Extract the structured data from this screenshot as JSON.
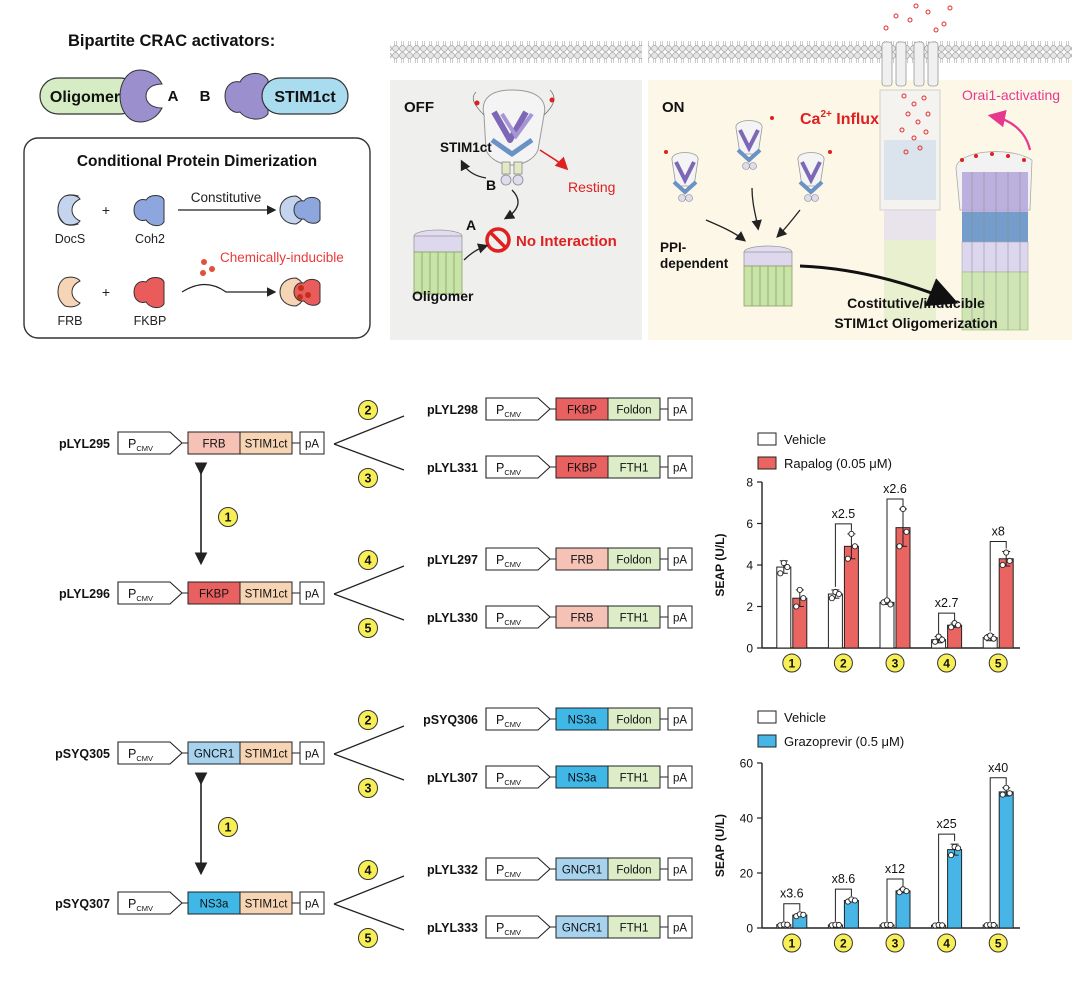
{
  "panel_a": {
    "title": "Bipartite CRAC activators:",
    "oligomer_label": "Oligomer",
    "stim_label": "STIM1ct",
    "part_a": "A",
    "part_b": "B",
    "cpd_title": "Conditional Protein Dimerization",
    "docs": "DocS",
    "coh2": "Coh2",
    "frb": "FRB",
    "fkbp": "FKBP",
    "plus": "+",
    "constitutive": "Constitutive",
    "chem_inducible": "Chemically-inducible",
    "colors": {
      "oligomer": "#d6ecc4",
      "stim": "#a9dcef",
      "domain": "#9c8fce",
      "docs": "#c4d4ef",
      "coh2": "#8ea6de",
      "frb": "#f6d4b6",
      "fkbp": "#ea5b5b",
      "red_text": "#e83a3a"
    }
  },
  "schematic": {
    "off_label": "OFF",
    "on_label": "ON",
    "stim1ct": "STIM1ct",
    "resting": "Resting",
    "no_interaction": "No Interaction",
    "oligomer": "Oligomer",
    "label_a": "A",
    "label_b": "B",
    "ca_influx_pre": "Ca",
    "ca_influx_sup": "2+",
    "ca_influx_post": " Influx",
    "orai": "Orai1-activating",
    "ppi_line1": "PPI-",
    "ppi_line2": "dependent",
    "costitutive_line1": "Costitutive/inducible",
    "costitutive_line2": "STIM1ct Oligomerization",
    "colors": {
      "off_bg": "#efefed",
      "on_bg": "#fdf7e7",
      "pink": "#e6398e",
      "red": "#e02020",
      "membrane": "#c8c8c8"
    }
  },
  "constructs_top": {
    "pLYL295": "pLYL295",
    "pLYL296": "pLYL296",
    "pLYL298": "pLYL298",
    "pLYL331": "pLYL331",
    "pLYL297": "pLYL297",
    "pLYL330": "pLYL330",
    "pcmv_main": "P",
    "pcmv_sub": "CMV",
    "frb": "FRB",
    "fkbp": "FKBP",
    "stim": "STIM1ct",
    "foldon": "Foldon",
    "fth1": "FTH1",
    "pa": "pA",
    "num1": "1",
    "num2": "2",
    "num3": "3",
    "num4": "4",
    "num5": "5"
  },
  "constructs_bottom": {
    "pSYQ305": "pSYQ305",
    "pSYQ307": "pSYQ307",
    "pSYQ306": "pSYQ306",
    "pLYL307": "pLYL307",
    "pLYL332": "pLYL332",
    "pLYL333": "pLYL333",
    "gncr1": "GNCR1",
    "ns3a": "NS3a",
    "stim": "STIM1ct",
    "foldon": "Foldon",
    "fth1": "FTH1",
    "pa": "pA",
    "pcmv_main": "P",
    "pcmv_sub": "CMV",
    "num1": "1",
    "num2": "2",
    "num3": "3",
    "num4": "4",
    "num5": "5"
  },
  "chart_data": [
    {
      "type": "bar",
      "legend_position": "top",
      "categories": [
        "1",
        "2",
        "3",
        "4",
        "5"
      ],
      "series": [
        {
          "name": "Vehicle",
          "color": "#ffffff",
          "values": [
            3.9,
            2.6,
            2.2,
            0.4,
            0.5
          ]
        },
        {
          "name": "Rapalog (0.05 μM)",
          "color": "#ea6461",
          "values": [
            2.4,
            4.9,
            5.8,
            1.1,
            4.3
          ]
        }
      ],
      "errors": [
        [
          0.3,
          0.2,
          0.1,
          0.15,
          0.15
        ],
        [
          0.4,
          0.6,
          0.9,
          0.1,
          0.35
        ]
      ],
      "points": [
        [
          [
            3.6,
            4.1,
            3.9
          ],
          [
            2.4,
            2.7,
            2.6
          ],
          [
            2.2,
            2.3,
            2.1
          ],
          [
            0.3,
            0.55,
            0.4
          ],
          [
            0.5,
            0.6,
            0.45
          ]
        ],
        [
          [
            2.0,
            2.8,
            2.4
          ],
          [
            4.3,
            5.5,
            4.9
          ],
          [
            4.9,
            6.7,
            5.6
          ],
          [
            1.0,
            1.2,
            1.1
          ],
          [
            4.0,
            4.6,
            4.2
          ]
        ]
      ],
      "fold_labels": [
        "",
        "x2.5",
        "x2.6",
        "x2.7",
        "x8"
      ],
      "ylabel": "SEAP (U/L)",
      "ylim": [
        0,
        8
      ],
      "yticks": [
        0,
        2,
        4,
        6,
        8
      ]
    },
    {
      "type": "bar",
      "legend_position": "top",
      "categories": [
        "1",
        "2",
        "3",
        "4",
        "5"
      ],
      "series": [
        {
          "name": "Vehicle",
          "color": "#ffffff",
          "values": [
            1.2,
            1.1,
            1.1,
            1.0,
            1.1
          ]
        },
        {
          "name": "Grazoprevir (0.5 μM)",
          "color": "#47b6e6",
          "values": [
            4.7,
            10.0,
            13.5,
            28.5,
            49.5
          ]
        }
      ],
      "errors": [
        [
          0.2,
          0.2,
          0.2,
          0.2,
          0.2
        ],
        [
          0.5,
          0.5,
          0.7,
          2.0,
          1.5
        ]
      ],
      "points": [
        [
          [
            1.0,
            1.3,
            1.2
          ],
          [
            1.0,
            1.2,
            1.1
          ],
          [
            1.0,
            1.2,
            1.1
          ],
          [
            0.9,
            1.1,
            1.0
          ],
          [
            1.0,
            1.2,
            1.1
          ]
        ],
        [
          [
            4.3,
            5.0,
            4.8
          ],
          [
            9.6,
            10.4,
            10.0
          ],
          [
            13.0,
            14.1,
            13.4
          ],
          [
            26.5,
            29.5,
            29.0
          ],
          [
            48.5,
            51.0,
            49.0
          ]
        ]
      ],
      "fold_labels": [
        "x3.6",
        "x8.6",
        "x12",
        "x25",
        "x40"
      ],
      "ylabel": "SEAP (U/L)",
      "ylim": [
        0,
        60
      ],
      "yticks": [
        0,
        20,
        40,
        60
      ]
    }
  ]
}
